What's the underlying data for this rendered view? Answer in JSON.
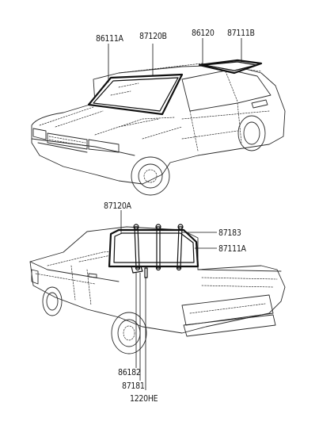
{
  "callouts_top": {
    "c1": "86111A",
    "c2": "87120B",
    "c3": "86120",
    "c4": "87111B"
  },
  "callouts_bottom": {
    "c1": "87120A",
    "c2": "87183",
    "c3": "87111A",
    "c4": "86182",
    "c5": "87181",
    "c6": "1220HE"
  }
}
